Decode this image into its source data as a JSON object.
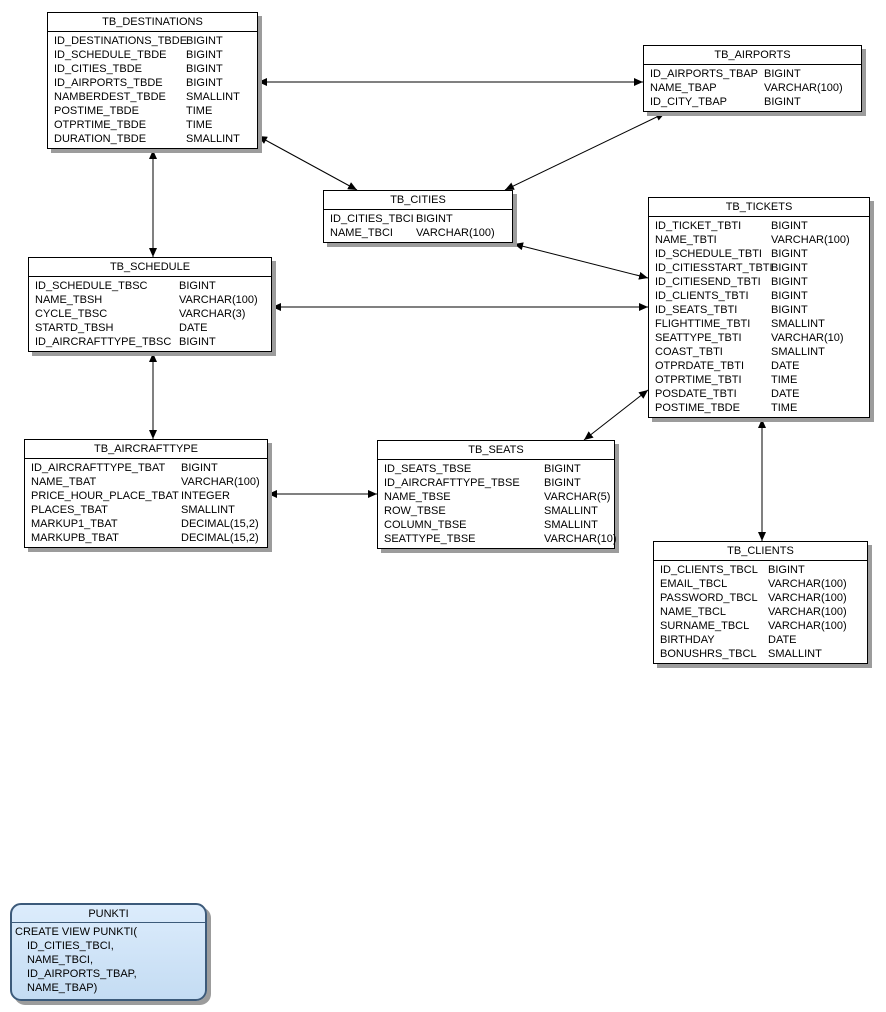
{
  "tables": [
    {
      "id": "destinations",
      "title": "TB_DESTINATIONS",
      "fields": [
        {
          "name": "ID_DESTINATIONS_TBDE",
          "type": "BIGINT"
        },
        {
          "name": "ID_SCHEDULE_TBDE",
          "type": "BIGINT"
        },
        {
          "name": "ID_CITIES_TBDE",
          "type": "BIGINT"
        },
        {
          "name": "ID_AIRPORTS_TBDE",
          "type": "BIGINT"
        },
        {
          "name": "NAMBERDEST_TBDE",
          "type": "SMALLINT"
        },
        {
          "name": "POSTIME_TBDE",
          "type": "TIME"
        },
        {
          "name": "OTPRTIME_TBDE",
          "type": "TIME"
        },
        {
          "name": "DURATION_TBDE",
          "type": "SMALLINT"
        }
      ]
    },
    {
      "id": "airports",
      "title": "TB_AIRPORTS",
      "fields": [
        {
          "name": "ID_AIRPORTS_TBAP",
          "type": "BIGINT"
        },
        {
          "name": "NAME_TBAP",
          "type": "VARCHAR(100)"
        },
        {
          "name": "ID_CITY_TBAP",
          "type": "BIGINT"
        }
      ]
    },
    {
      "id": "cities",
      "title": "TB_CITIES",
      "fields": [
        {
          "name": "ID_CITIES_TBCI",
          "type": "BIGINT"
        },
        {
          "name": "NAME_TBCI",
          "type": "VARCHAR(100)"
        }
      ]
    },
    {
      "id": "schedule",
      "title": "TB_SCHEDULE",
      "fields": [
        {
          "name": "ID_SCHEDULE_TBSC",
          "type": "BIGINT"
        },
        {
          "name": "NAME_TBSH",
          "type": "VARCHAR(100)"
        },
        {
          "name": "CYCLE_TBSC",
          "type": "VARCHAR(3)"
        },
        {
          "name": "STARTD_TBSH",
          "type": "DATE"
        },
        {
          "name": "ID_AIRCRAFTTYPE_TBSC",
          "type": "BIGINT"
        }
      ]
    },
    {
      "id": "tickets",
      "title": "TB_TICKETS",
      "fields": [
        {
          "name": "ID_TICKET_TBTI",
          "type": "BIGINT"
        },
        {
          "name": "NAME_TBTI",
          "type": "VARCHAR(100)"
        },
        {
          "name": "ID_SCHEDULE_TBTI",
          "type": "BIGINT"
        },
        {
          "name": "ID_CITIESSTART_TBTI",
          "type": "BIGINT"
        },
        {
          "name": "ID_CITIESEND_TBTI",
          "type": "BIGINT"
        },
        {
          "name": "ID_CLIENTS_TBTI",
          "type": "BIGINT"
        },
        {
          "name": "ID_SEATS_TBTI",
          "type": "BIGINT"
        },
        {
          "name": "FLIGHTTIME_TBTI",
          "type": "SMALLINT"
        },
        {
          "name": "SEATTYPE_TBTI",
          "type": "VARCHAR(10)"
        },
        {
          "name": "COAST_TBTI",
          "type": "SMALLINT"
        },
        {
          "name": "OTPRDATE_TBTI",
          "type": "DATE"
        },
        {
          "name": "OTPRTIME_TBTI",
          "type": "TIME"
        },
        {
          "name": "POSDATE_TBTI",
          "type": "DATE"
        },
        {
          "name": "POSTIME_TBDE",
          "type": "TIME"
        }
      ]
    },
    {
      "id": "aircrafttype",
      "title": "TB_AIRCRAFTTYPE",
      "fields": [
        {
          "name": "ID_AIRCRAFTTYPE_TBAT",
          "type": "BIGINT"
        },
        {
          "name": "NAME_TBAT",
          "type": "VARCHAR(100)"
        },
        {
          "name": "PRICE_HOUR_PLACE_TBAT",
          "type": "INTEGER"
        },
        {
          "name": "PLACES_TBAT",
          "type": "SMALLINT"
        },
        {
          "name": "MARKUP1_TBAT",
          "type": "DECIMAL(15,2)"
        },
        {
          "name": "MARKUPB_TBAT",
          "type": "DECIMAL(15,2)"
        }
      ]
    },
    {
      "id": "seats",
      "title": "TB_SEATS",
      "fields": [
        {
          "name": "ID_SEATS_TBSE",
          "type": "BIGINT"
        },
        {
          "name": "ID_AIRCRAFTTYPE_TBSE",
          "type": "BIGINT"
        },
        {
          "name": "NAME_TBSE",
          "type": "VARCHAR(5)"
        },
        {
          "name": "ROW_TBSE",
          "type": "SMALLINT"
        },
        {
          "name": "COLUMN_TBSE",
          "type": "SMALLINT"
        },
        {
          "name": "SEATTYPE_TBSE",
          "type": "VARCHAR(10)"
        }
      ]
    },
    {
      "id": "clients",
      "title": "TB_CLIENTS",
      "fields": [
        {
          "name": "ID_CLIENTS_TBCL",
          "type": "BIGINT"
        },
        {
          "name": "EMAIL_TBCL",
          "type": "VARCHAR(100)"
        },
        {
          "name": "PASSWORD_TBCL",
          "type": "VARCHAR(100)"
        },
        {
          "name": "NAME_TBCL",
          "type": "VARCHAR(100)"
        },
        {
          "name": "SURNAME_TBCL",
          "type": "VARCHAR(100)"
        },
        {
          "name": "BIRTHDAY",
          "type": "DATE"
        },
        {
          "name": "BONUSHRS_TBCL",
          "type": "SMALLINT"
        }
      ]
    }
  ],
  "view": {
    "id": "punkti",
    "title": "PUNKTI",
    "body_lines": [
      "CREATE VIEW PUNKTI(",
      "ID_CITIES_TBCI,",
      "NAME_TBCI,",
      "ID_AIRPORTS_TBAP,",
      "NAME_TBAP)"
    ]
  },
  "relationships": [
    {
      "from": "TB_DESTINATIONS",
      "to": "TB_AIRPORTS"
    },
    {
      "from": "TB_DESTINATIONS",
      "to": "TB_CITIES"
    },
    {
      "from": "TB_AIRPORTS",
      "to": "TB_CITIES"
    },
    {
      "from": "TB_DESTINATIONS",
      "to": "TB_SCHEDULE"
    },
    {
      "from": "TB_SCHEDULE",
      "to": "TB_TICKETS"
    },
    {
      "from": "TB_CITIES",
      "to": "TB_TICKETS"
    },
    {
      "from": "TB_SCHEDULE",
      "to": "TB_AIRCRAFTTYPE"
    },
    {
      "from": "TB_AIRCRAFTTYPE",
      "to": "TB_SEATS"
    },
    {
      "from": "TB_TICKETS",
      "to": "TB_SEATS"
    },
    {
      "from": "TB_TICKETS",
      "to": "TB_CLIENTS"
    }
  ],
  "colors": {
    "entity_fill": "#ffffff",
    "entity_border": "#000000",
    "shadow": "#9c9c9c",
    "line": "#000000",
    "view_fill_top": "#dcecfc",
    "view_fill_bottom": "#c4dcf3",
    "view_border": "#3c5a7a"
  }
}
